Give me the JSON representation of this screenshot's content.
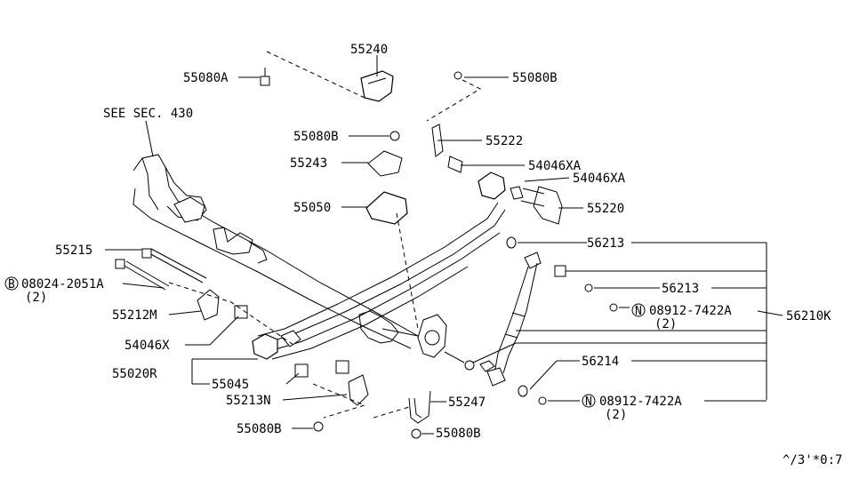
{
  "diagram": {
    "labels": {
      "p55240": "55240",
      "p55080A": "55080A",
      "p55080B_top": "55080B",
      "see_sec": "SEE SEC. 430",
      "p55080B_mid": "55080B",
      "p55222": "55222",
      "p55243": "55243",
      "p54046XA_1": "54046XA",
      "p54046XA_2": "54046XA",
      "p55050": "55050",
      "p55220": "55220",
      "p55215": "55215",
      "p56213_top": "56213",
      "bolt_circle": "B",
      "p08024": "08024-2051A",
      "qty_08024": "(2)",
      "p56213_mid": "56213",
      "p55212M": "55212M",
      "nut_circle_1": "N",
      "p08912_1": "08912-7422A",
      "qty_08912_1": "(2)",
      "p56210K": "56210K",
      "p54046X": "54046X",
      "p56214": "56214",
      "p55020R": "55020R",
      "p55045": "55045",
      "p55247": "55247",
      "p55213N": "55213N",
      "nut_circle_2": "N",
      "p08912_2": "08912-7422A",
      "qty_08912_2": "(2)",
      "p55080B_bl": "55080B",
      "p55080B_bc": "55080B",
      "ref_code": "^/3'*0:7"
    }
  }
}
